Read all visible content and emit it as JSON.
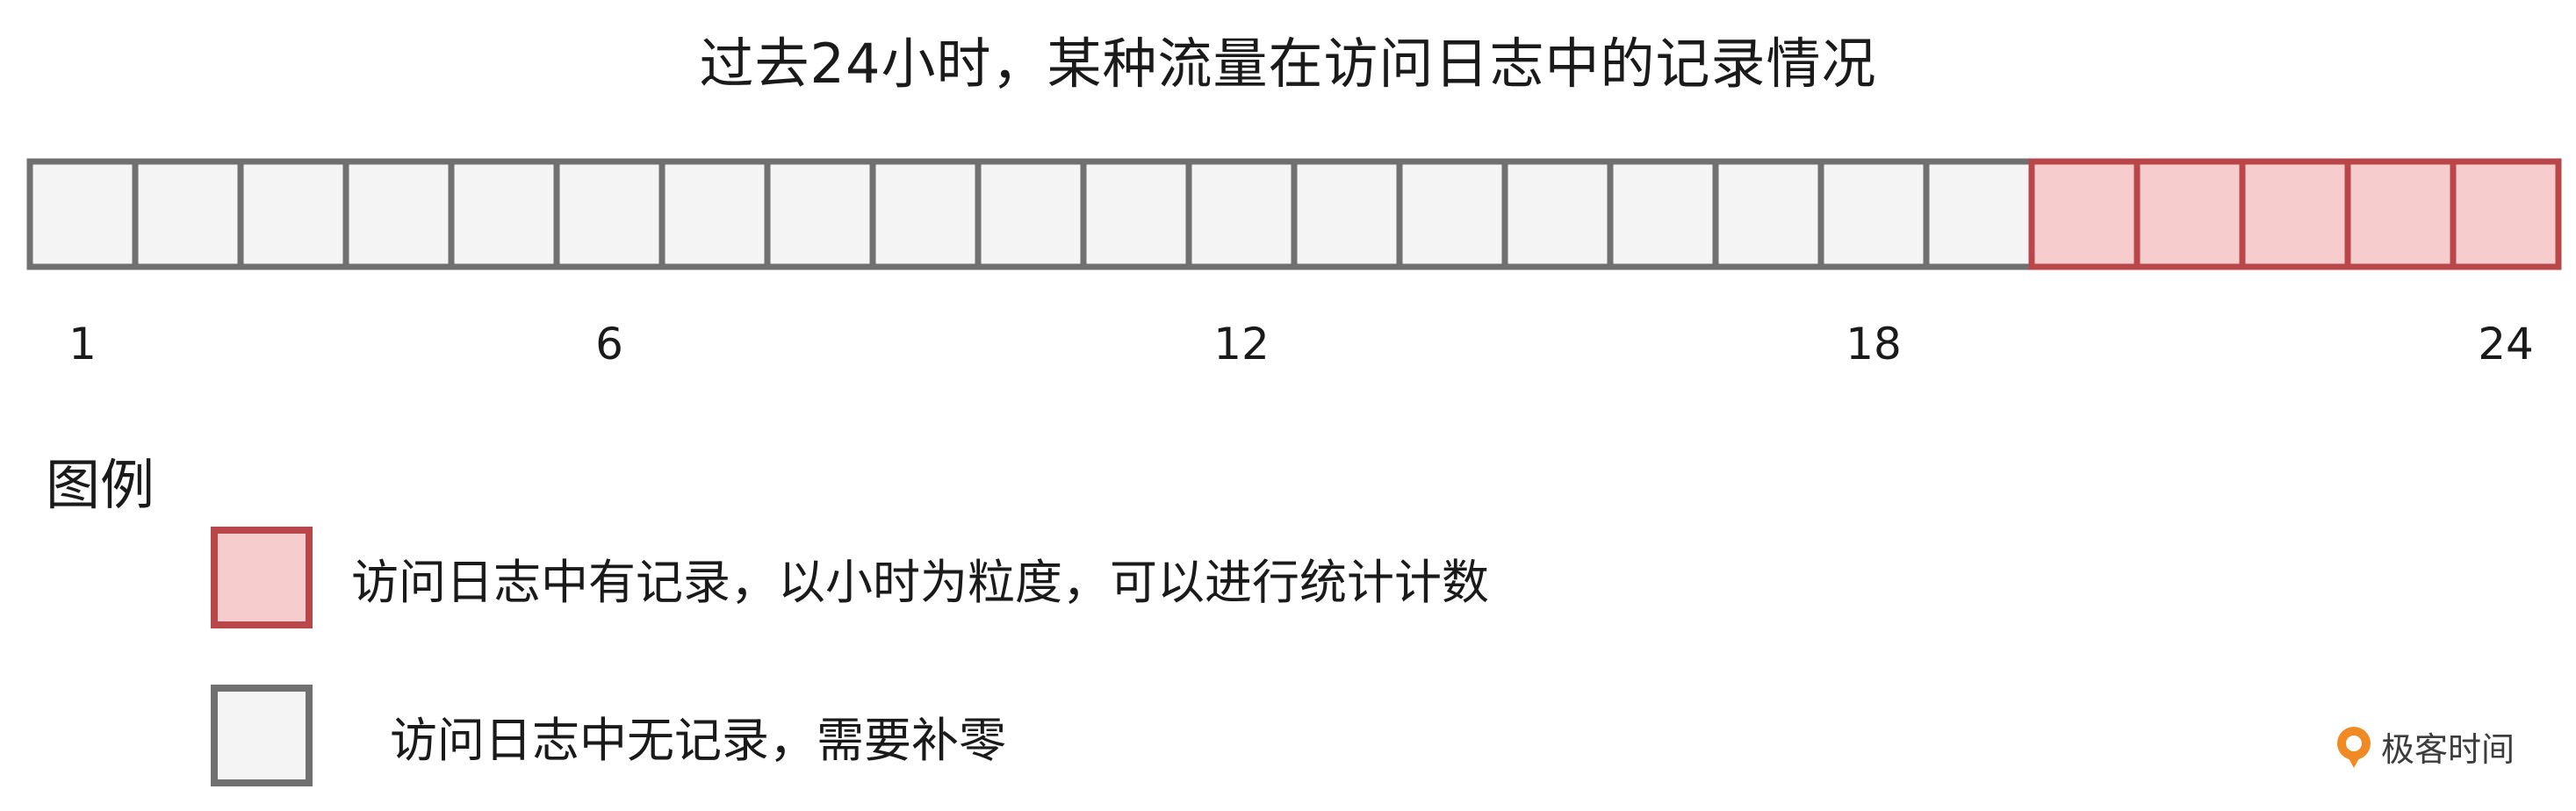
{
  "title": "过去24小时，某种流量在访问日志中的记录情况",
  "colors": {
    "empty_fill": "#f4f4f4",
    "empty_stroke": "#707070",
    "record_fill": "#f6cccd",
    "record_stroke": "#b9474a"
  },
  "timeline": {
    "hours": 24,
    "recorded_hours": [
      20,
      21,
      22,
      23,
      24
    ],
    "tick_labels": [
      {
        "hour": 1,
        "label": "1"
      },
      {
        "hour": 6,
        "label": "6"
      },
      {
        "hour": 12,
        "label": "12"
      },
      {
        "hour": 18,
        "label": "18"
      },
      {
        "hour": 24,
        "label": "24"
      }
    ]
  },
  "legend": {
    "heading": "图例",
    "items": [
      {
        "kind": "has-record",
        "label": "访问日志中有记录，以小时为粒度，可以进行统计计数"
      },
      {
        "kind": "no-record",
        "label": "访问日志中无记录，需要补零"
      }
    ]
  },
  "watermark": {
    "icon": "geektime-logo-icon",
    "text": "极客时间"
  }
}
